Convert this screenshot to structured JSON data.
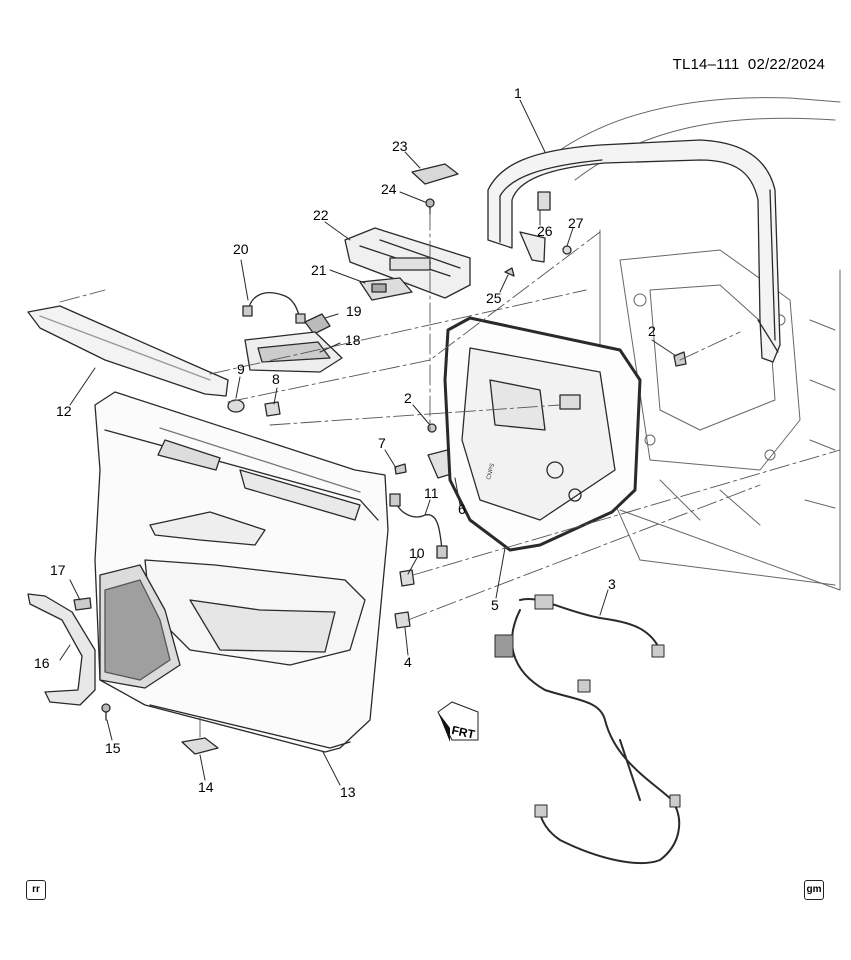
{
  "header": {
    "ref": "TL14–111",
    "date": "02/22/2024"
  },
  "direction_label": "FRT",
  "corner_icons": {
    "left": "rr",
    "right": "gm"
  },
  "callouts": [
    "1",
    "2",
    "2",
    "3",
    "4",
    "5",
    "6",
    "7",
    "8",
    "9",
    "10",
    "11",
    "12",
    "13",
    "14",
    "15",
    "16",
    "17",
    "18",
    "19",
    "20",
    "21",
    "22",
    "23",
    "24",
    "25",
    "26",
    "27"
  ],
  "colors": {
    "line": "#2a2a2a",
    "fill_light": "#f2f2f2",
    "fill_mid": "#d9d9d9",
    "fill_dark": "#9a9a9a"
  }
}
